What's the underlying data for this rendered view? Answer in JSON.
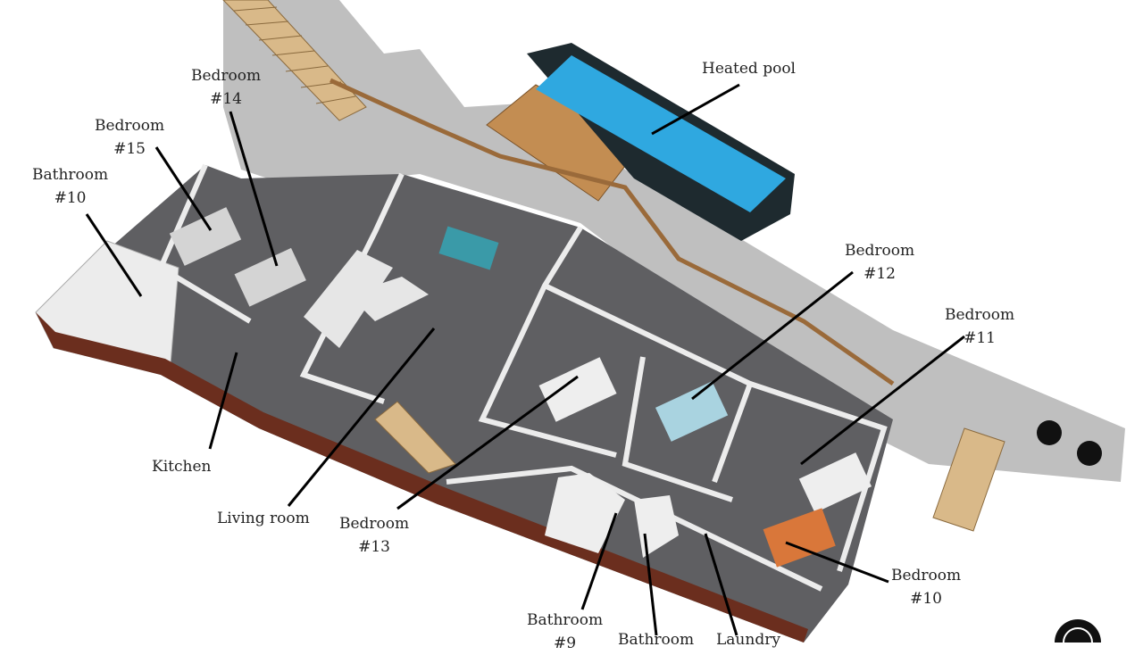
{
  "labels": {
    "heated_pool": "Heated pool",
    "bedroom_14": [
      "Bedroom",
      "#14"
    ],
    "bedroom_15": [
      "Bedroom",
      "#15"
    ],
    "bathroom_10": [
      "Bathroom",
      "#10"
    ],
    "bedroom_12": [
      "Bedroom",
      "#12"
    ],
    "bedroom_11": [
      "Bedroom",
      "#11"
    ],
    "kitchen": "Kitchen",
    "living_room": "Living room",
    "bedroom_13": [
      "Bedroom",
      "#13"
    ],
    "bedroom_10": [
      "Bedroom",
      "#10"
    ],
    "bathroom_9": [
      "Bathroom",
      "#9"
    ],
    "bathroom_partial": "Bathroom",
    "laundry_partial": "Laundry"
  },
  "colors": {
    "pool_water": "#2fa8e0",
    "floor": "#5f5f62",
    "wall": "#ececec",
    "brick": "#6b2e1e",
    "deck": "#c4945c",
    "terrace": "#bdbdbd",
    "leader": "#000000"
  }
}
